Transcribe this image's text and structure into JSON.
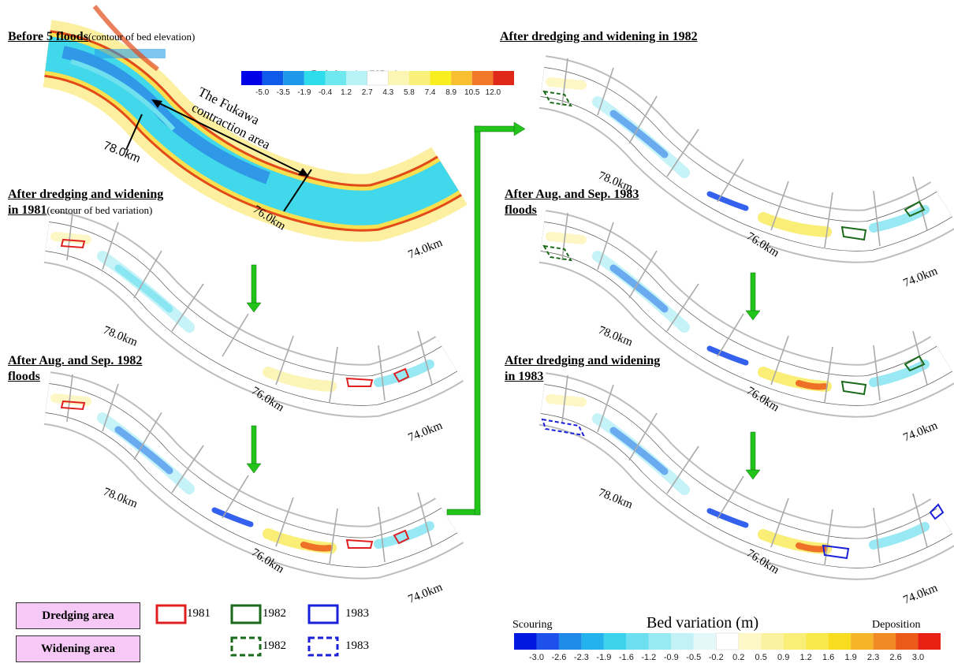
{
  "titles": {
    "before": "Before 5 floods",
    "before_note": "(contour of bed elevation)",
    "dw1981_a": "After dredging and widening",
    "dw1981_b": "in 1981",
    "dw1981_note": "(contour of bed variation)",
    "flood1982_a": "After Aug. and Sep. 1982",
    "flood1982_b": "floods",
    "dw1982": "After dredging and widening in 1982",
    "flood1983_a": "After Aug. and Sep. 1983",
    "flood1983_b": "floods",
    "dw1983_a": "After dredging and widening",
    "dw1983_b": "in 1983"
  },
  "annotations": {
    "contraction_1": "The Fukawa",
    "contraction_2": "contraction area"
  },
  "km_labels": {
    "k78": "78.0km",
    "k76": "76.0km",
    "k74": "74.0km"
  },
  "elevation_scale": {
    "title": "Bed elevation(Y.P.m)",
    "ticks": [
      "-5.0",
      "-3.5",
      "-1.9",
      "-0.4",
      "1.2",
      "2.7",
      "4.3",
      "5.8",
      "7.4",
      "8.9",
      "10.5",
      "12.0"
    ],
    "colors": [
      "#0000e8",
      "#0f5ae8",
      "#1e98e8",
      "#2fdcec",
      "#6fe8f0",
      "#b6f2f6",
      "#ffffff",
      "#fbf6b4",
      "#f8f07a",
      "#f8ee20",
      "#f8c030",
      "#f07828",
      "#e02818"
    ]
  },
  "variation_scale": {
    "title": "Bed variation   (m)",
    "left": "Scouring",
    "right": "Deposition",
    "ticks": [
      "-3.0",
      "-2.6",
      "-2.3",
      "-1.9",
      "-1.6",
      "-1.2",
      "-0.9",
      "-0.5",
      "-0.2",
      "0.2",
      "0.5",
      "0.9",
      "1.2",
      "1.6",
      "1.9",
      "2.3",
      "2.6",
      "3.0"
    ],
    "colors": [
      "#0018e0",
      "#1e50ec",
      "#1f8ae8",
      "#24b2ec",
      "#3cd2ec",
      "#6ce0f0",
      "#98eaf2",
      "#c2f2f6",
      "#e4f8fa",
      "#ffffff",
      "#fdf8c6",
      "#fbf2a0",
      "#f9ee78",
      "#f8e84a",
      "#f8dc20",
      "#f6b428",
      "#f28a24",
      "#ec5a1a",
      "#e82014"
    ]
  },
  "legend": {
    "dredging_label": "Dredging area",
    "widening_label": "Widening area",
    "y1981": "1981",
    "y1982": "1982",
    "y1983": "1983",
    "c1981": "#e02020",
    "c1982": "#1a6a1a",
    "c1983": "#1a20d8"
  },
  "arrow_color": "#22c41a"
}
